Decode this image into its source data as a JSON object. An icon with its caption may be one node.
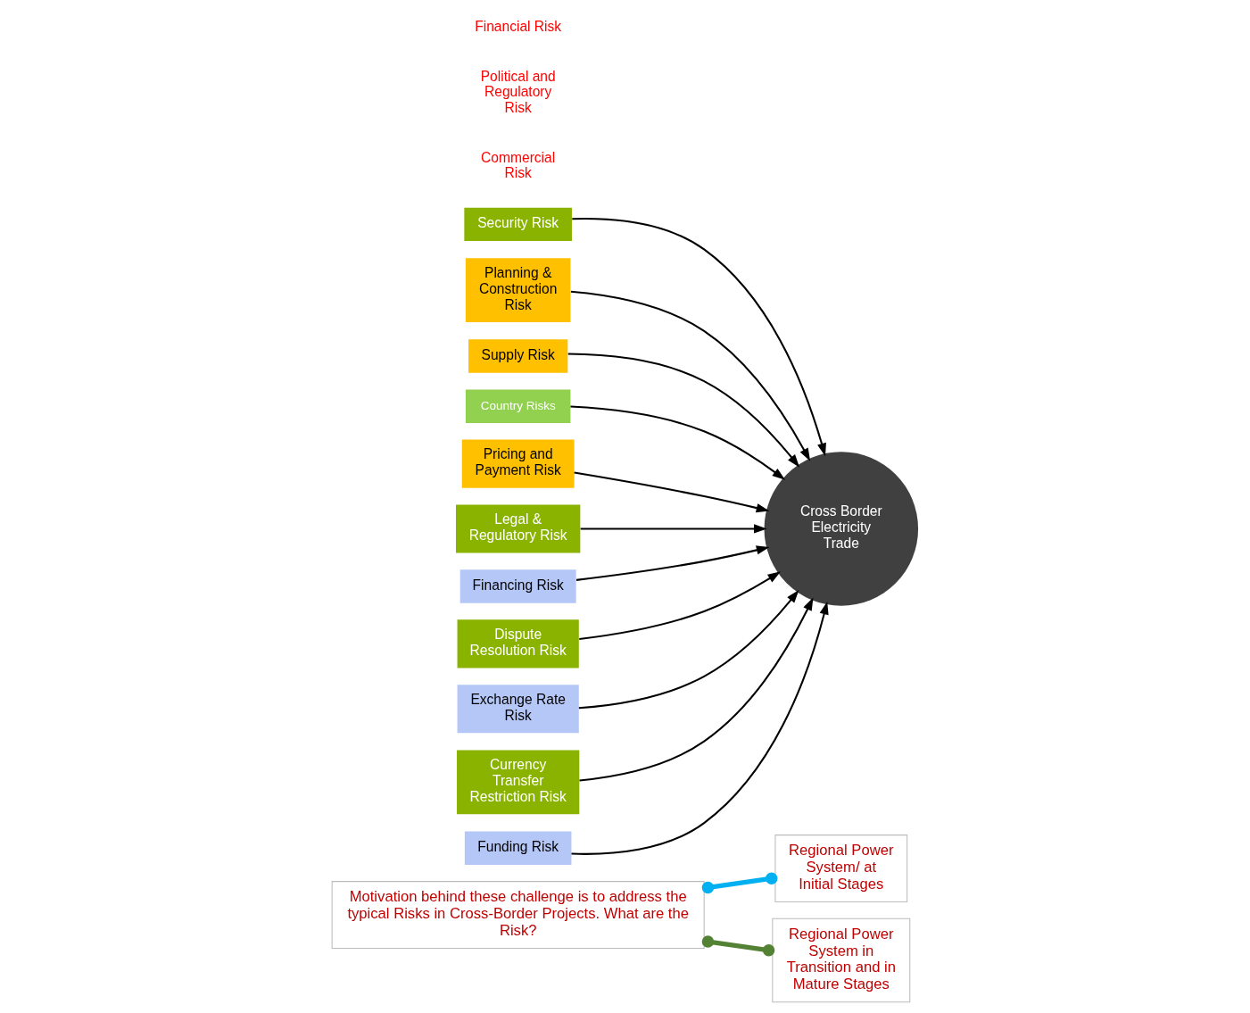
{
  "diagram": {
    "nodes": [
      {
        "text": [
          "Motivation behind these challenge is to address the typical Risks in Cross-Border Projects. What are the Risk?"
        ]
      },
      {
        "text": [
          "Regional Power System/ at Initial Stages"
        ]
      },
      {
        "text": [
          "Regional Power System in Transition and in Mature Stages"
        ]
      },
      {
        "text": [
          "Security Risk"
        ]
      },
      {
        "text": [
          "Planning & Construction Risk"
        ]
      },
      {
        "text": [
          "Supply Risk"
        ]
      },
      {
        "text": [
          "Country Risks"
        ]
      },
      {
        "text": [
          "Pricing and Payment Risk"
        ]
      },
      {
        "text": [
          "Legal & Regulatory Risk"
        ]
      },
      {
        "text": [
          "Cross Border Electricity Trade"
        ]
      },
      {
        "text": [
          "Financing Risk"
        ]
      },
      {
        "text": [
          "Dispute Resolution Risk"
        ]
      },
      {
        "text": [
          "Exchange Rate Risk"
        ]
      },
      {
        "text": [
          "Currency Transfer Restriction Risk"
        ]
      },
      {
        "text": [
          "Funding Risk"
        ]
      }
    ],
    "edges": [
      {
        "from": 0,
        "to": 1,
        "arrow": "other",
        "style": "thick",
        "color": "#00b0f0"
      },
      {
        "from": 0,
        "to": 2,
        "arrow": "other",
        "style": "thick",
        "color": "#548235"
      },
      {
        "from": 3,
        "to": 9,
        "arrow": "to"
      },
      {
        "from": 4,
        "to": 9,
        "arrow": "to"
      },
      {
        "from": 5,
        "to": 9,
        "arrow": "to"
      },
      {
        "from": 6,
        "to": 9,
        "arrow": "to"
      },
      {
        "from": 7,
        "to": 9,
        "arrow": "to"
      },
      {
        "from": 8,
        "to": 9,
        "arrow": "to"
      },
      {
        "from": 10,
        "to": 9,
        "arrow": "to"
      },
      {
        "from": 11,
        "to": 9,
        "arrow": "to"
      },
      {
        "from": 12,
        "to": 9,
        "arrow": "to"
      },
      {
        "from": 13,
        "to": 9,
        "arrow": "to"
      },
      {
        "from": 14,
        "to": 9,
        "arrow": "to"
      }
    ],
    "labels": [
      "Commercial Risk",
      "Political and Regulatory Risk",
      "Financial Risk"
    ]
  }
}
